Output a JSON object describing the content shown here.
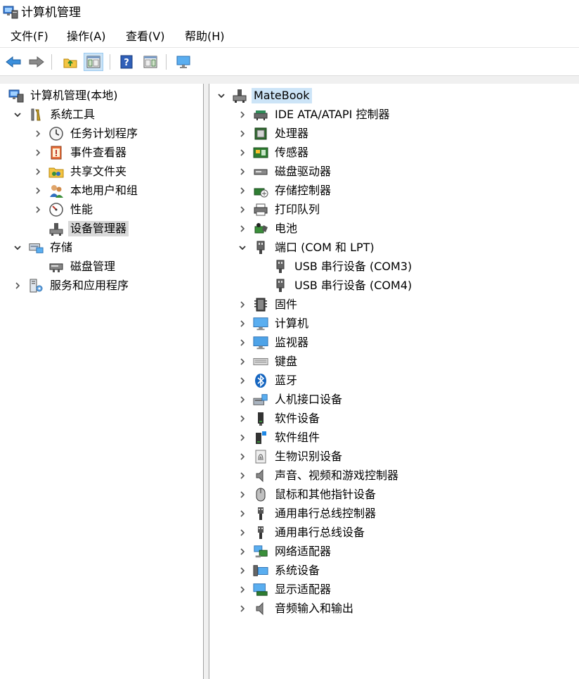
{
  "window": {
    "title": "计算机管理",
    "icon": "computer-management-icon"
  },
  "menu": [
    "文件(F)",
    "操作(A)",
    "查看(V)",
    "帮助(H)"
  ],
  "toolbar": {
    "buttons": [
      "back-arrow-icon",
      "forward-arrow-icon",
      "up-folder-icon",
      "show-hide-console-tree-icon",
      "help-icon",
      "action-pane-icon",
      "monitor-icon"
    ],
    "active": "show-hide-console-tree-icon"
  },
  "left_tree": [
    {
      "label": "计算机管理(本地)",
      "icon": "computer-management-icon",
      "expander": "none"
    },
    {
      "label": "系统工具",
      "icon": "system-tools-icon",
      "expander": "expanded"
    },
    {
      "label": "任务计划程序",
      "icon": "clock-icon",
      "expander": "collapsed"
    },
    {
      "label": "事件查看器",
      "icon": "event-viewer-icon",
      "expander": "collapsed"
    },
    {
      "label": "共享文件夹",
      "icon": "shared-folder-icon",
      "expander": "collapsed"
    },
    {
      "label": "本地用户和组",
      "icon": "users-icon",
      "expander": "collapsed"
    },
    {
      "label": "性能",
      "icon": "performance-icon",
      "expander": "collapsed"
    },
    {
      "label": "设备管理器",
      "icon": "device-manager-icon",
      "expander": "none",
      "selected": true
    },
    {
      "label": "存储",
      "icon": "storage-icon",
      "expander": "expanded"
    },
    {
      "label": "磁盘管理",
      "icon": "disk-management-icon",
      "expander": "none"
    },
    {
      "label": "服务和应用程序",
      "icon": "services-icon",
      "expander": "collapsed"
    }
  ],
  "device_tree": {
    "root": {
      "label": "MateBook",
      "icon": "computer-tower-icon"
    },
    "items": [
      {
        "label": "IDE ATA/ATAPI 控制器",
        "icon": "ide-controller-icon",
        "expander": "collapsed"
      },
      {
        "label": "处理器",
        "icon": "processor-icon",
        "expander": "collapsed"
      },
      {
        "label": "传感器",
        "icon": "sensor-icon",
        "expander": "collapsed"
      },
      {
        "label": "磁盘驱动器",
        "icon": "disk-drive-icon",
        "expander": "collapsed"
      },
      {
        "label": "存储控制器",
        "icon": "storage-controller-icon",
        "expander": "collapsed"
      },
      {
        "label": "打印队列",
        "icon": "printer-icon",
        "expander": "collapsed"
      },
      {
        "label": "电池",
        "icon": "battery-icon",
        "expander": "collapsed"
      },
      {
        "label": "端口 (COM 和 LPT)",
        "icon": "port-icon",
        "expander": "expanded"
      },
      {
        "label": "USB 串行设备 (COM3)",
        "icon": "port-icon",
        "expander": "none"
      },
      {
        "label": "USB 串行设备 (COM4)",
        "icon": "port-icon",
        "expander": "none"
      },
      {
        "label": "固件",
        "icon": "firmware-icon",
        "expander": "collapsed"
      },
      {
        "label": "计算机",
        "icon": "computer-icon",
        "expander": "collapsed"
      },
      {
        "label": "监视器",
        "icon": "monitor-icon",
        "expander": "collapsed"
      },
      {
        "label": "键盘",
        "icon": "keyboard-icon",
        "expander": "collapsed"
      },
      {
        "label": "蓝牙",
        "icon": "bluetooth-icon",
        "expander": "collapsed"
      },
      {
        "label": "人机接口设备",
        "icon": "hid-icon",
        "expander": "collapsed"
      },
      {
        "label": "软件设备",
        "icon": "software-device-icon",
        "expander": "collapsed"
      },
      {
        "label": "软件组件",
        "icon": "software-component-icon",
        "expander": "collapsed"
      },
      {
        "label": "生物识别设备",
        "icon": "fingerprint-icon",
        "expander": "collapsed"
      },
      {
        "label": "声音、视频和游戏控制器",
        "icon": "speaker-icon",
        "expander": "collapsed"
      },
      {
        "label": "鼠标和其他指针设备",
        "icon": "mouse-icon",
        "expander": "collapsed"
      },
      {
        "label": "通用串行总线控制器",
        "icon": "usb-icon",
        "expander": "collapsed"
      },
      {
        "label": "通用串行总线设备",
        "icon": "usb-icon",
        "expander": "collapsed"
      },
      {
        "label": "网络适配器",
        "icon": "network-adapter-icon",
        "expander": "collapsed"
      },
      {
        "label": "系统设备",
        "icon": "system-device-icon",
        "expander": "collapsed"
      },
      {
        "label": "显示适配器",
        "icon": "display-adapter-icon",
        "expander": "collapsed"
      },
      {
        "label": "音频输入和输出",
        "icon": "audio-io-icon",
        "expander": "collapsed"
      }
    ]
  },
  "colors": {
    "selection": "#d9d9d9",
    "root_highlight": "#cce4f7",
    "pane_border": "#a0a0a0"
  }
}
